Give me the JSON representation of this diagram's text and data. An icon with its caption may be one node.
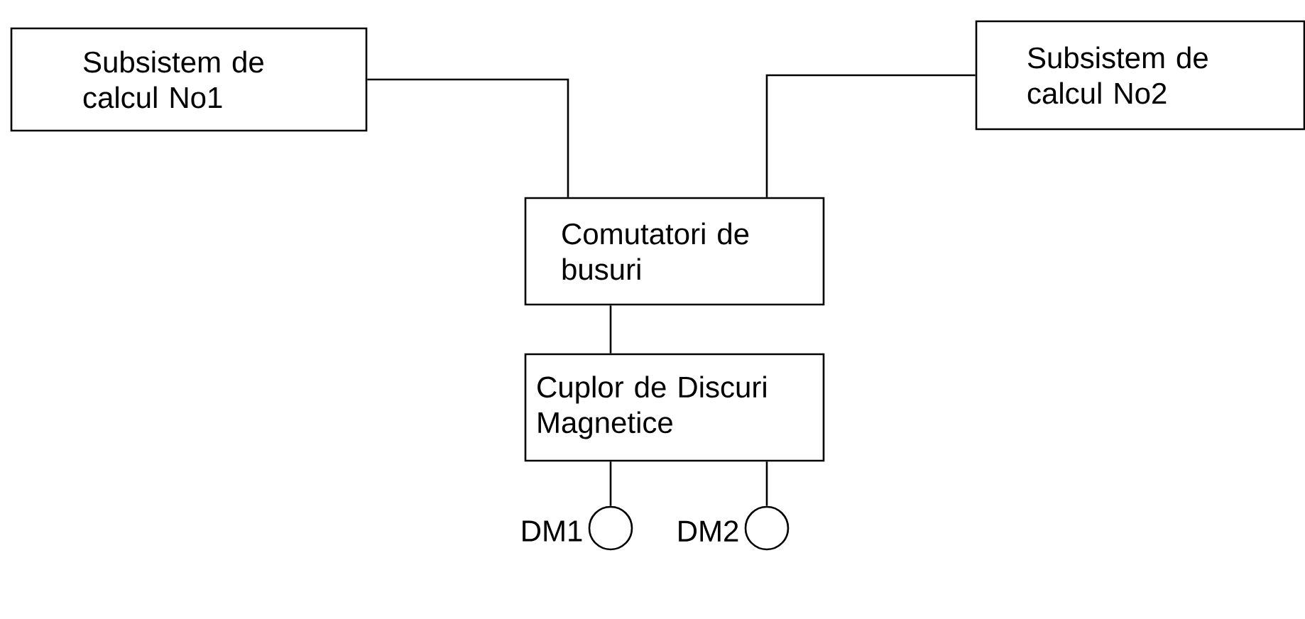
{
  "diagram": {
    "nodes": [
      {
        "text": [
          "Subsistem de calcul No1"
        ]
      },
      {
        "text": [
          "Subsistem de calcul No2"
        ]
      },
      {
        "text": [
          "Comutatori de busuri"
        ]
      },
      {
        "text": [
          "Cuplor de Discuri Magnetice"
        ]
      },
      {
        "text": [],
        "shape": "circle",
        "beside": [
          "DM1"
        ]
      },
      {
        "text": [],
        "shape": "circle",
        "beside": [
          "DM2"
        ]
      }
    ],
    "edges": [
      {
        "from": 0,
        "to": 2,
        "arrow": "none"
      },
      {
        "from": 1,
        "to": 2,
        "arrow": "none"
      },
      {
        "from": 2,
        "to": 3,
        "arrow": "none"
      },
      {
        "from": 3,
        "to": 4,
        "arrow": "none"
      },
      {
        "from": 3,
        "to": 5,
        "arrow": "none"
      }
    ]
  }
}
